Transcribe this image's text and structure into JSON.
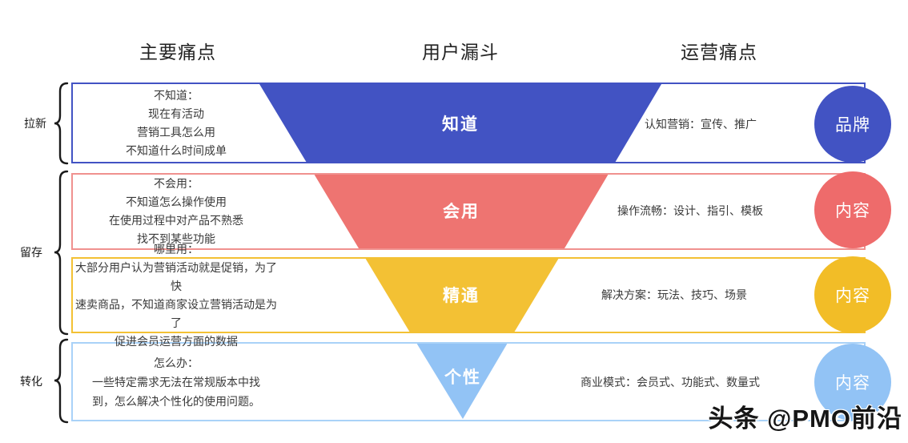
{
  "columns": {
    "main_pain": "主要痛点",
    "funnel": "用户漏斗",
    "ops_pain": "运营痛点"
  },
  "stage_brackets": [
    {
      "label": "拉新"
    },
    {
      "label": "留存"
    },
    {
      "label": "转化"
    }
  ],
  "rows": [
    {
      "pain_lines": [
        "不知道：",
        "现在有活动",
        "营销工具怎么用",
        "不知道什么时间成单"
      ],
      "funnel_label": "知道",
      "ops_text": "认知营销：宣传、推广",
      "circle_label": "品牌",
      "colors": {
        "fill": "#4253c3",
        "border": "#4253c3",
        "circle": "#4253c3"
      }
    },
    {
      "pain_lines": [
        "不会用：",
        "不知道怎么操作使用",
        "在使用过程中对产品不熟悉",
        "找不到某些功能"
      ],
      "funnel_label": "会用",
      "ops_text": "操作流畅：设计、指引、模板",
      "circle_label": "内容",
      "colors": {
        "fill": "#ee7471",
        "border": "#f0918f",
        "circle": "#ee6b6b"
      }
    },
    {
      "pain_lines": [
        "哪里用：",
        "大部分用户认为营销活动就是促销，为了快",
        "速卖商品，不知道商家设立营销活动是为了",
        "促进会员运营方面的数据"
      ],
      "funnel_label": "精通",
      "ops_text": "解决方案：玩法、技巧、场景",
      "circle_label": "内容",
      "colors": {
        "fill": "#f3c134",
        "border": "#f3c134",
        "circle": "#f2bd27"
      }
    },
    {
      "pain_lines": [
        "怎么办：",
        "一些特定需求无法在常规版本中找",
        "到，怎么解决个性化的使用问题。"
      ],
      "funnel_label": "个性",
      "ops_text": "商业模式：会员式、功能式、数量式",
      "circle_label": "内容",
      "colors": {
        "fill": "#92c3f5",
        "border": "#a9d2f8",
        "circle": "#92c3f5"
      }
    }
  ],
  "watermark": "头条 @PMO前沿"
}
